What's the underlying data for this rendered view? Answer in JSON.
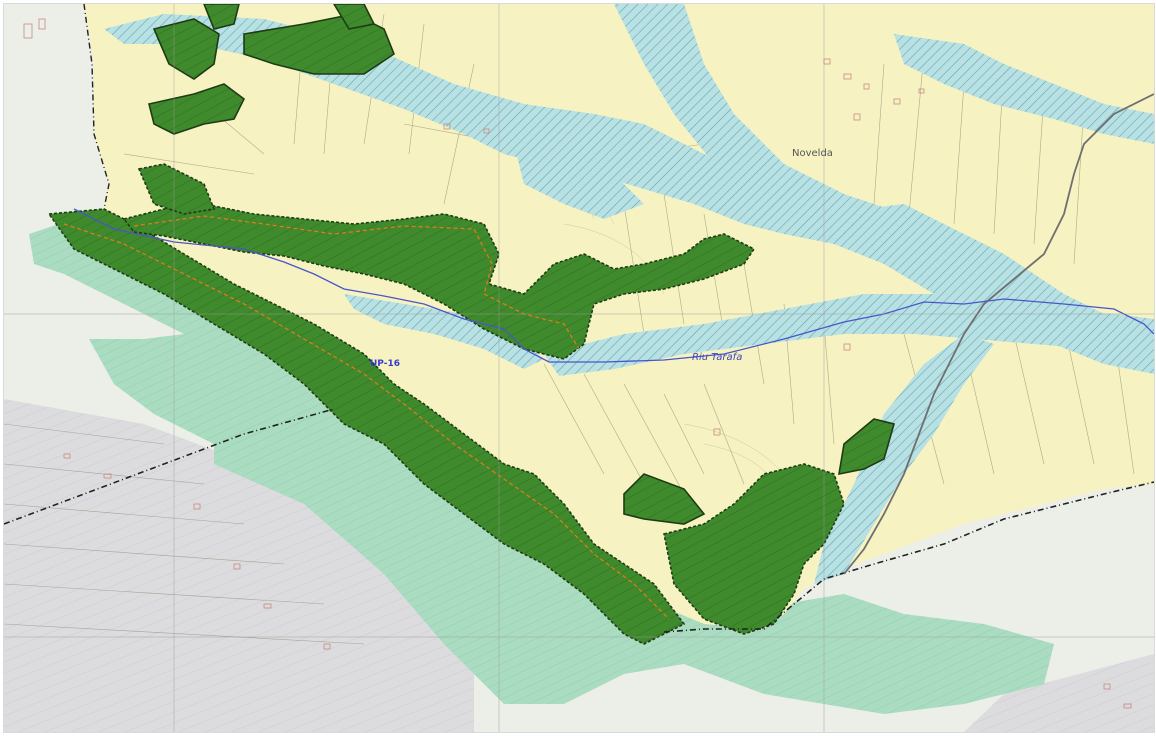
{
  "map": {
    "labels": {
      "river": "Riu Tarafa",
      "town": "Novelda",
      "unit": "UP-16"
    },
    "colors": {
      "cream_zone": "#f6f2c2",
      "forest": "#3f8a2c",
      "light_green": "#a9dcc0",
      "water_hatch": "#a8d8dc",
      "gray_terrain": "#d9d9dc",
      "river_line": "#4a56c8",
      "boundary_orange": "#e07a1c"
    }
  }
}
